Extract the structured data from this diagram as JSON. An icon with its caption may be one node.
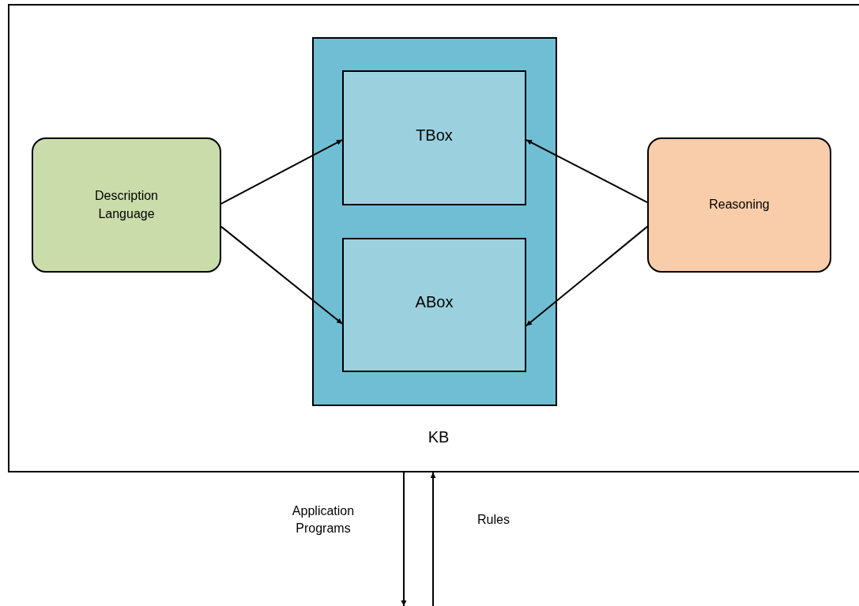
{
  "diagram": {
    "nodes": [
      {
        "text": [
          "KB"
        ]
      },
      {
        "text": [],
        "shape": "box",
        "in": 0
      },
      {
        "text": [
          "TBox"
        ],
        "in": 1
      },
      {
        "text": [
          "ABox"
        ],
        "in": 1
      },
      {
        "text": [
          "Description Language"
        ],
        "in": 0
      },
      {
        "text": [
          "Reasoning"
        ],
        "in": 0
      }
    ],
    "edges": [
      {
        "from": 4,
        "to": 2,
        "arrow": "to"
      },
      {
        "from": 4,
        "to": 3,
        "arrow": "to"
      },
      {
        "from": 5,
        "to": 2,
        "arrow": "to"
      },
      {
        "from": 5,
        "to": 3,
        "arrow": "to"
      },
      {
        "from": 0,
        "to": null,
        "arrow": "to",
        "label": "Application Programs"
      },
      {
        "from": null,
        "to": 0,
        "arrow": "to",
        "label": "Rules"
      }
    ]
  }
}
